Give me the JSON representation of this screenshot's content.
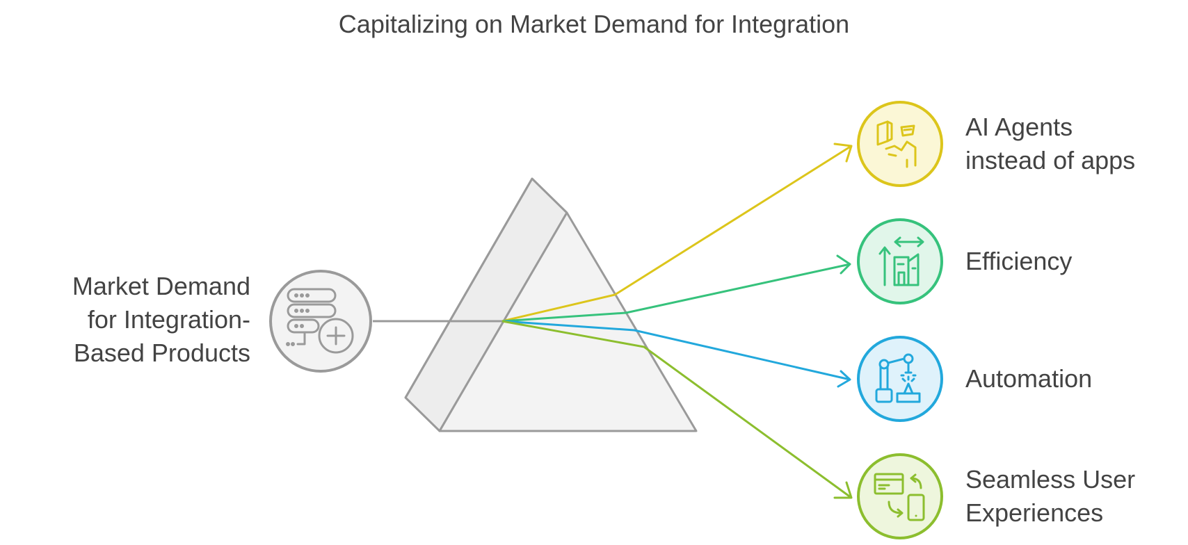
{
  "title": "Capitalizing on Market Demand for Integration",
  "source": {
    "label_lines": [
      "Market Demand",
      "for Integration-",
      "Based Products"
    ],
    "icon": "database-plus-icon",
    "color": "#9a9a9a"
  },
  "outputs": [
    {
      "label_lines": [
        "AI Agents",
        "instead of apps"
      ],
      "icon": "agent-presenting-icon",
      "color": "#dcc51b",
      "fill": "#fbf7d6"
    },
    {
      "label_lines": [
        "Efficiency"
      ],
      "icon": "building-growth-icon",
      "color": "#36c27c",
      "fill": "#e1f6ea"
    },
    {
      "label_lines": [
        "Automation"
      ],
      "icon": "robot-arm-icon",
      "color": "#22a8dc",
      "fill": "#dff2fb"
    },
    {
      "label_lines": [
        "Seamless User",
        "Experiences"
      ],
      "icon": "devices-sync-icon",
      "color": "#8cbe2e",
      "fill": "#eef6dd"
    }
  ],
  "prism": {
    "fill": "#f3f3f3",
    "stroke": "#9a9a9a"
  }
}
